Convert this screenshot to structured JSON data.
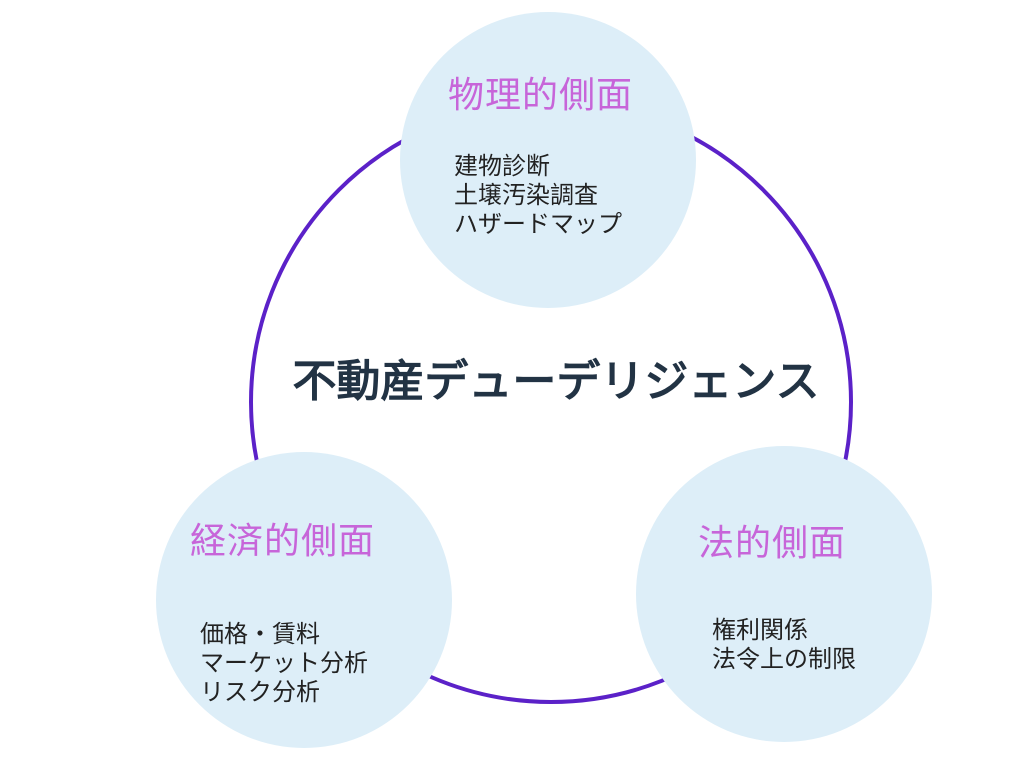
{
  "center": {
    "title": "不動産デューデリジェンス"
  },
  "aspects": [
    {
      "title": "物理的側面",
      "items": [
        "建物診断",
        "土壌汚染調査",
        "ハザードマップ"
      ]
    },
    {
      "title": "経済的側面",
      "items": [
        "価格・賃料",
        "マーケット分析",
        "リスク分析"
      ]
    },
    {
      "title": "法的側面",
      "items": [
        "権利関係",
        "法令上の制限"
      ]
    }
  ],
  "colors": {
    "ring": "#5b21c8",
    "node_fill": "#ddeef8",
    "aspect_title": "#c765d9",
    "center_title": "#223344",
    "item_text": "#222222"
  }
}
